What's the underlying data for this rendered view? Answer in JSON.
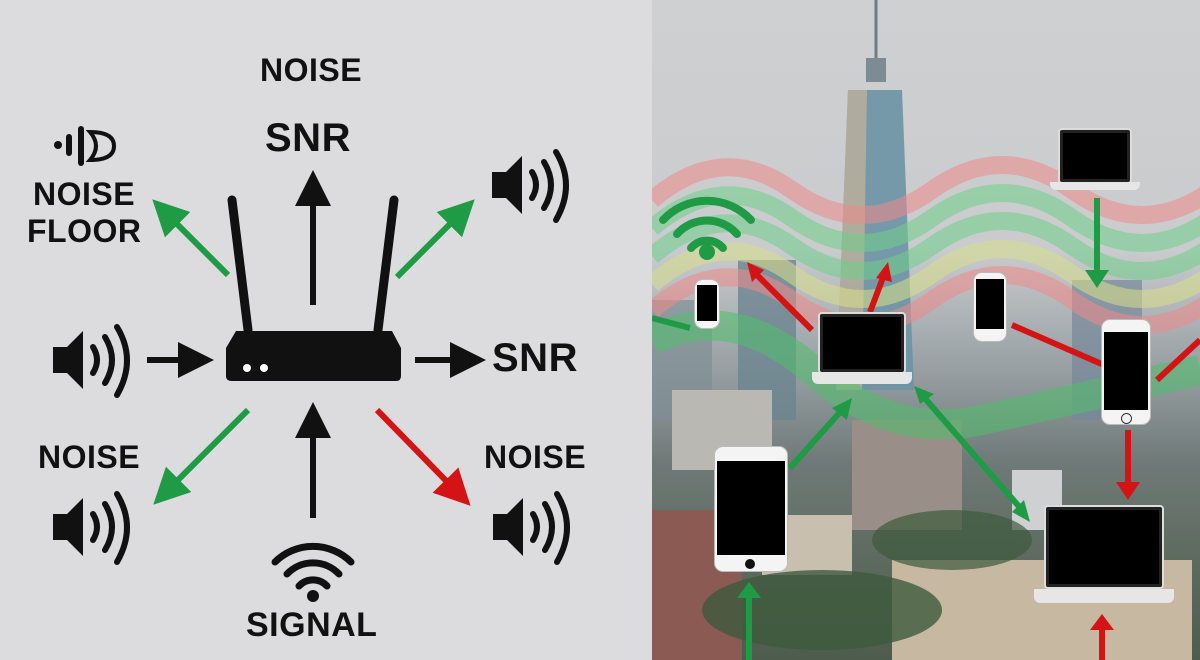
{
  "left_diagram": {
    "title": "Router SNR / Noise Diagram",
    "labels": {
      "top_noise": "NOISE",
      "top_snr": "SNR",
      "noise_floor_line1": "NOISE",
      "noise_floor_line2": "FLOOR",
      "right_snr": "SNR",
      "bottom_left_noise": "NOISE",
      "bottom_right_noise": "NOISE",
      "signal": "SIGNAL"
    },
    "icons": [
      "router-icon",
      "speaker-icon",
      "wifi-icon",
      "noise-wave-icon",
      "arrow-icon"
    ],
    "colors": {
      "background": "#dcdcde",
      "text": "#111111",
      "green_arrow": "#1f9a45",
      "red_arrow": "#d41414",
      "black_arrow": "#111111"
    }
  },
  "right_scene": {
    "description": "City skyline with wireless devices and signal waves",
    "devices": [
      {
        "type": "phone",
        "name": "phone-1"
      },
      {
        "type": "laptop",
        "name": "laptop-1"
      },
      {
        "type": "phone",
        "name": "phone-2"
      },
      {
        "type": "laptop",
        "name": "laptop-2"
      },
      {
        "type": "phone",
        "name": "phone-3"
      },
      {
        "type": "phone",
        "name": "phone-4"
      },
      {
        "type": "laptop",
        "name": "laptop-3"
      }
    ],
    "colors": {
      "wave_red": "#f08a8a",
      "wave_green": "#6fd08a",
      "wave_yellow": "#d9e08a",
      "wifi_green": "#1f9a45",
      "red_arrow": "#d41414",
      "green_arrow": "#1f9a45"
    }
  }
}
